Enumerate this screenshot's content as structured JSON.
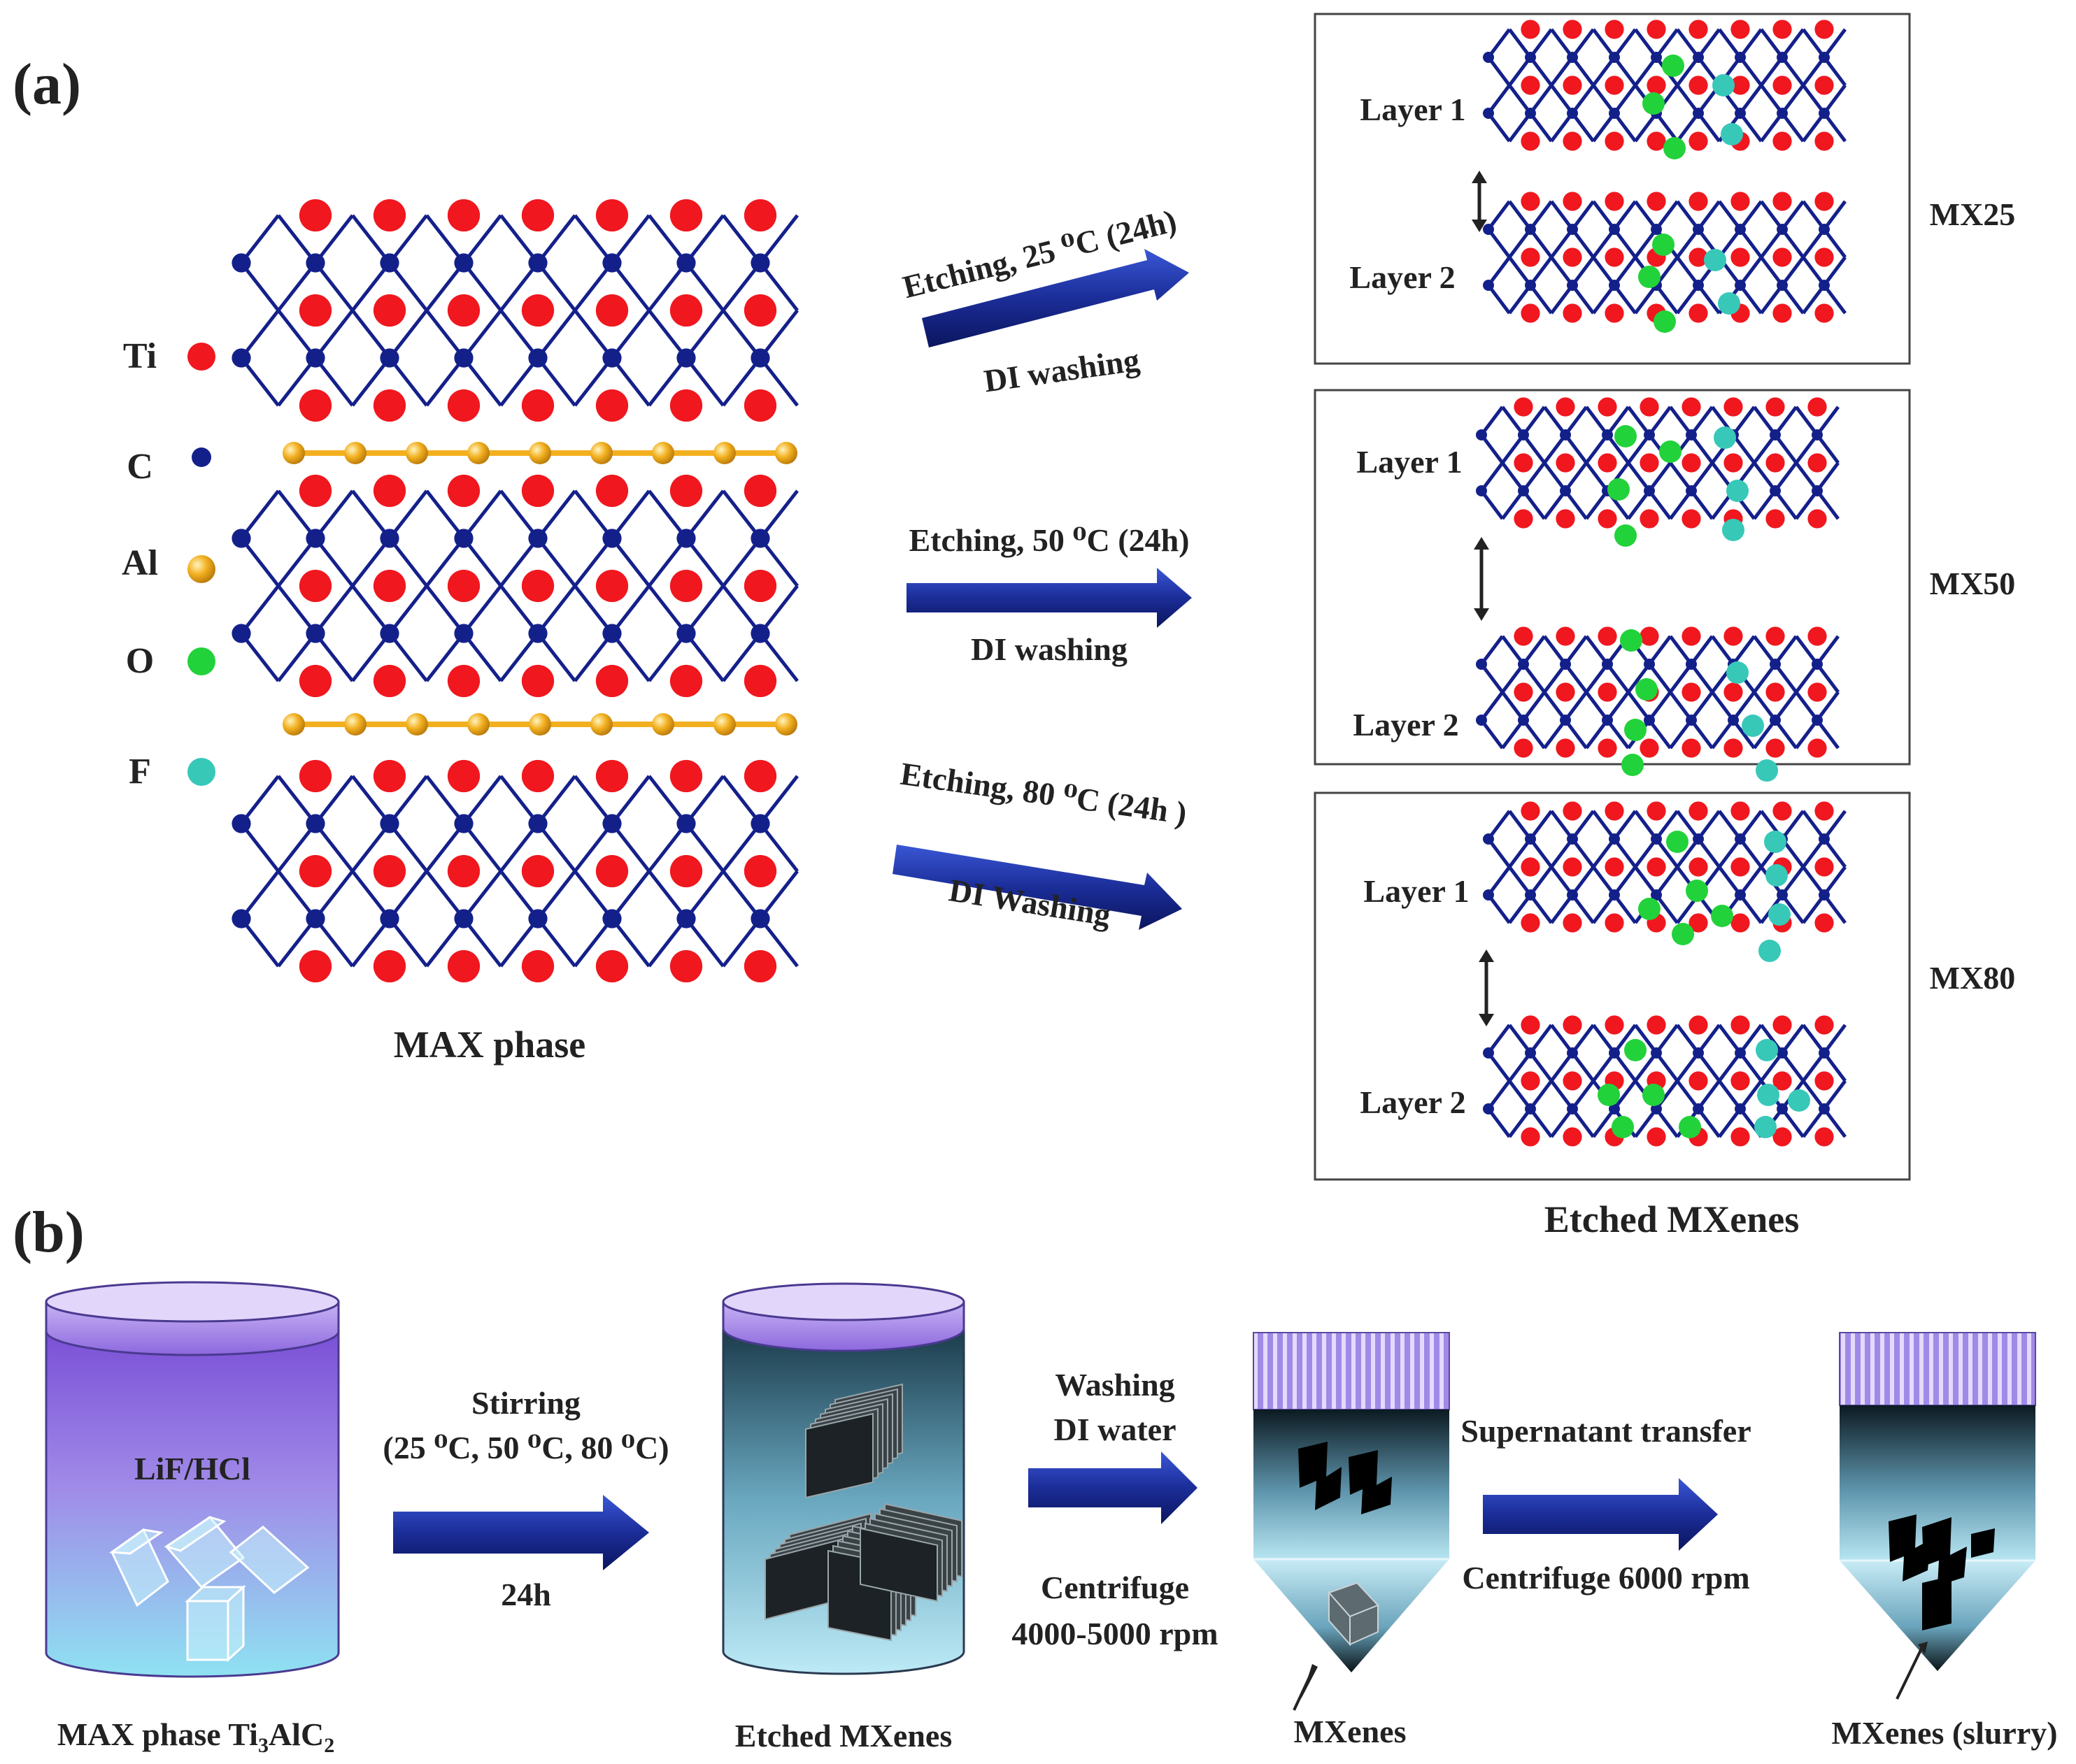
{
  "panel_a": {
    "label": "(a)",
    "legend": [
      {
        "symbol": "Ti",
        "color": "#f0171f"
      },
      {
        "symbol": "C",
        "color": "#14208a"
      },
      {
        "symbol": "Al",
        "color": "#f2b020"
      },
      {
        "symbol": "O",
        "color": "#22d23a"
      },
      {
        "symbol": "F",
        "color": "#38c8b8"
      }
    ],
    "max_phase_label": "MAX phase",
    "process": [
      {
        "etching": "Etching, 25 ⁰C (24h)",
        "washing": "DI washing",
        "sample": "MX25"
      },
      {
        "etching": "Etching, 50 ⁰C (24h)",
        "washing": "DI washing",
        "sample": "MX50"
      },
      {
        "etching": "Etching, 80 ⁰C (24h )",
        "washing": "DI Washing",
        "sample": "MX80"
      }
    ],
    "layer1_label": "Layer 1",
    "layer2_label": "Layer 2",
    "etched_label": "Etched MXenes"
  },
  "panel_b": {
    "label": "(b)",
    "jar1": {
      "inner": "LiF/HCl",
      "caption_main": "MAX phase Ti",
      "caption_sub1": "3",
      "caption_mid": "AlC",
      "caption_sub2": "2"
    },
    "step1": {
      "top1": "Stirring",
      "top2": "(25 ⁰C, 50 ⁰C, 80 ⁰C)",
      "bottom": "24h"
    },
    "jar2": {
      "caption": "Etched MXenes"
    },
    "step2": {
      "top1": "Washing",
      "top2": "DI water",
      "bottom1": "Centrifuge",
      "bottom2": "4000-5000 rpm"
    },
    "tube1": {
      "caption": "MXenes"
    },
    "step3": {
      "top": "Supernatant transfer",
      "bottom": "Centrifuge 6000 rpm"
    },
    "tube2": {
      "caption": "MXenes (slurry)"
    }
  },
  "colors": {
    "ti": "#f0171f",
    "c": "#14208a",
    "al": "#f2b020",
    "o": "#22d23a",
    "f": "#38c8b8",
    "arrow_dark": "#0d1a6e",
    "arrow_light": "#3a57d6",
    "lid_purple": "#a88be6",
    "liquid_purple": "#7e52d6",
    "liquid_cyan": "#8fe0f0"
  }
}
